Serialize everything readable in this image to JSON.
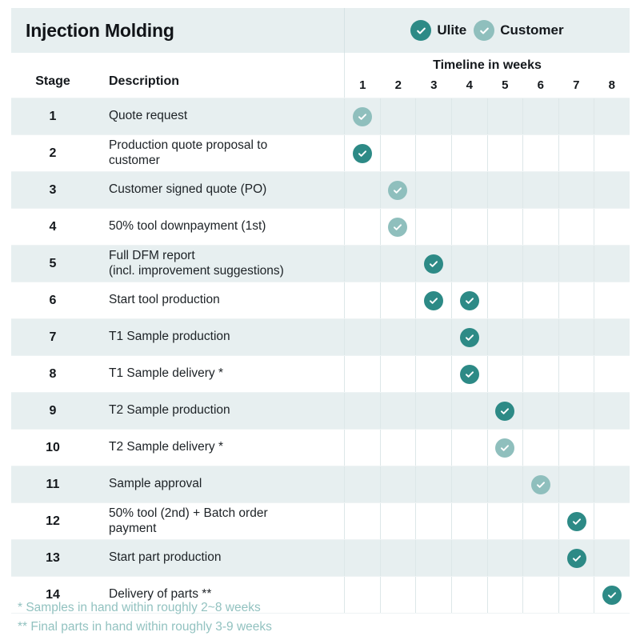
{
  "header": {
    "title": "Injection Molding",
    "legend": [
      {
        "label": "Ulite",
        "icon": "check-circle-icon",
        "variant": "dark",
        "color": "#2d8a86"
      },
      {
        "label": "Customer",
        "icon": "check-circle-icon",
        "variant": "light",
        "color": "#8fbfbd"
      }
    ]
  },
  "columns": {
    "stage": "Stage",
    "description": "Description",
    "timeline_title": "Timeline in weeks",
    "weeks": [
      "1",
      "2",
      "3",
      "4",
      "5",
      "6",
      "7",
      "8"
    ]
  },
  "rows": [
    {
      "stage": "1",
      "description": "Quote request",
      "line2": "",
      "week": 1,
      "variant": "light"
    },
    {
      "stage": "2",
      "description": "Production quote proposal to",
      "line2": "customer",
      "week": 1,
      "variant": "dark"
    },
    {
      "stage": "3",
      "description": "Customer signed quote  (PO)",
      "line2": "",
      "week": 2,
      "variant": "light"
    },
    {
      "stage": "4",
      "description": "50% tool downpayment  (1st)",
      "line2": "",
      "week": 2,
      "variant": "light"
    },
    {
      "stage": "5",
      "description": "Full DFM report",
      "line2": "(incl. improvement suggestions)",
      "week": 3,
      "variant": "dark"
    },
    {
      "stage": "6",
      "description": "Start tool production",
      "line2": "",
      "week": 3,
      "variant": "dark",
      "week2": 4,
      "variant2": "dark"
    },
    {
      "stage": "7",
      "description": "T1 Sample production",
      "line2": "",
      "week": 4,
      "variant": "dark"
    },
    {
      "stage": "8",
      "description": "T1 Sample delivery *",
      "line2": "",
      "week": 4,
      "variant": "dark"
    },
    {
      "stage": "9",
      "description": "T2 Sample production",
      "line2": "",
      "week": 5,
      "variant": "dark"
    },
    {
      "stage": "10",
      "description": "T2 Sample delivery *",
      "line2": "",
      "week": 5,
      "variant": "light"
    },
    {
      "stage": "11",
      "description": "Sample approval",
      "line2": "",
      "week": 6,
      "variant": "light"
    },
    {
      "stage": "12",
      "description": "50% tool (2nd) + Batch order",
      "line2": "payment",
      "week": 7,
      "variant": "dark"
    },
    {
      "stage": "13",
      "description": "Start part production",
      "line2": "",
      "week": 7,
      "variant": "dark"
    },
    {
      "stage": "14",
      "description": "Delivery of parts **",
      "line2": "",
      "week": 8,
      "variant": "dark"
    }
  ],
  "notes": [
    "* Samples in hand within roughly 2~8 weeks",
    "** Final parts in hand within roughly 3-9 weeks"
  ],
  "colors": {
    "ulite": "#2d8a86",
    "customer": "#8fbfbd",
    "band": "#e7eff0",
    "grid": "#dde7e8",
    "note_text": "#92c2c0"
  }
}
